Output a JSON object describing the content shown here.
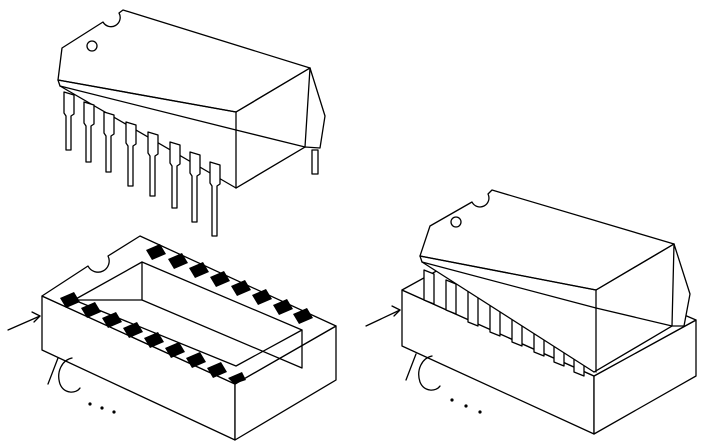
{
  "diagram": {
    "kind": "dip-ic-and-socket-line-drawing",
    "colors": {
      "ink": "#000000",
      "paper": "#ffffff"
    },
    "parts": {
      "loose_chip": {
        "visible_pins_front_row": 8,
        "visible_pins_back_row": 1
      },
      "empty_socket": {
        "contacts_back_row": 8,
        "contacts_front_row": 9
      },
      "inserted_chip": {
        "visible_pins_front_row": 8
      }
    },
    "handwritten_marks": [
      {
        "near": "empty_socket",
        "shape": "pointer-line-and-IC-scribble"
      },
      {
        "near": "seated_assembly",
        "shape": "pointer-line-and-IC-scribble"
      }
    ]
  }
}
